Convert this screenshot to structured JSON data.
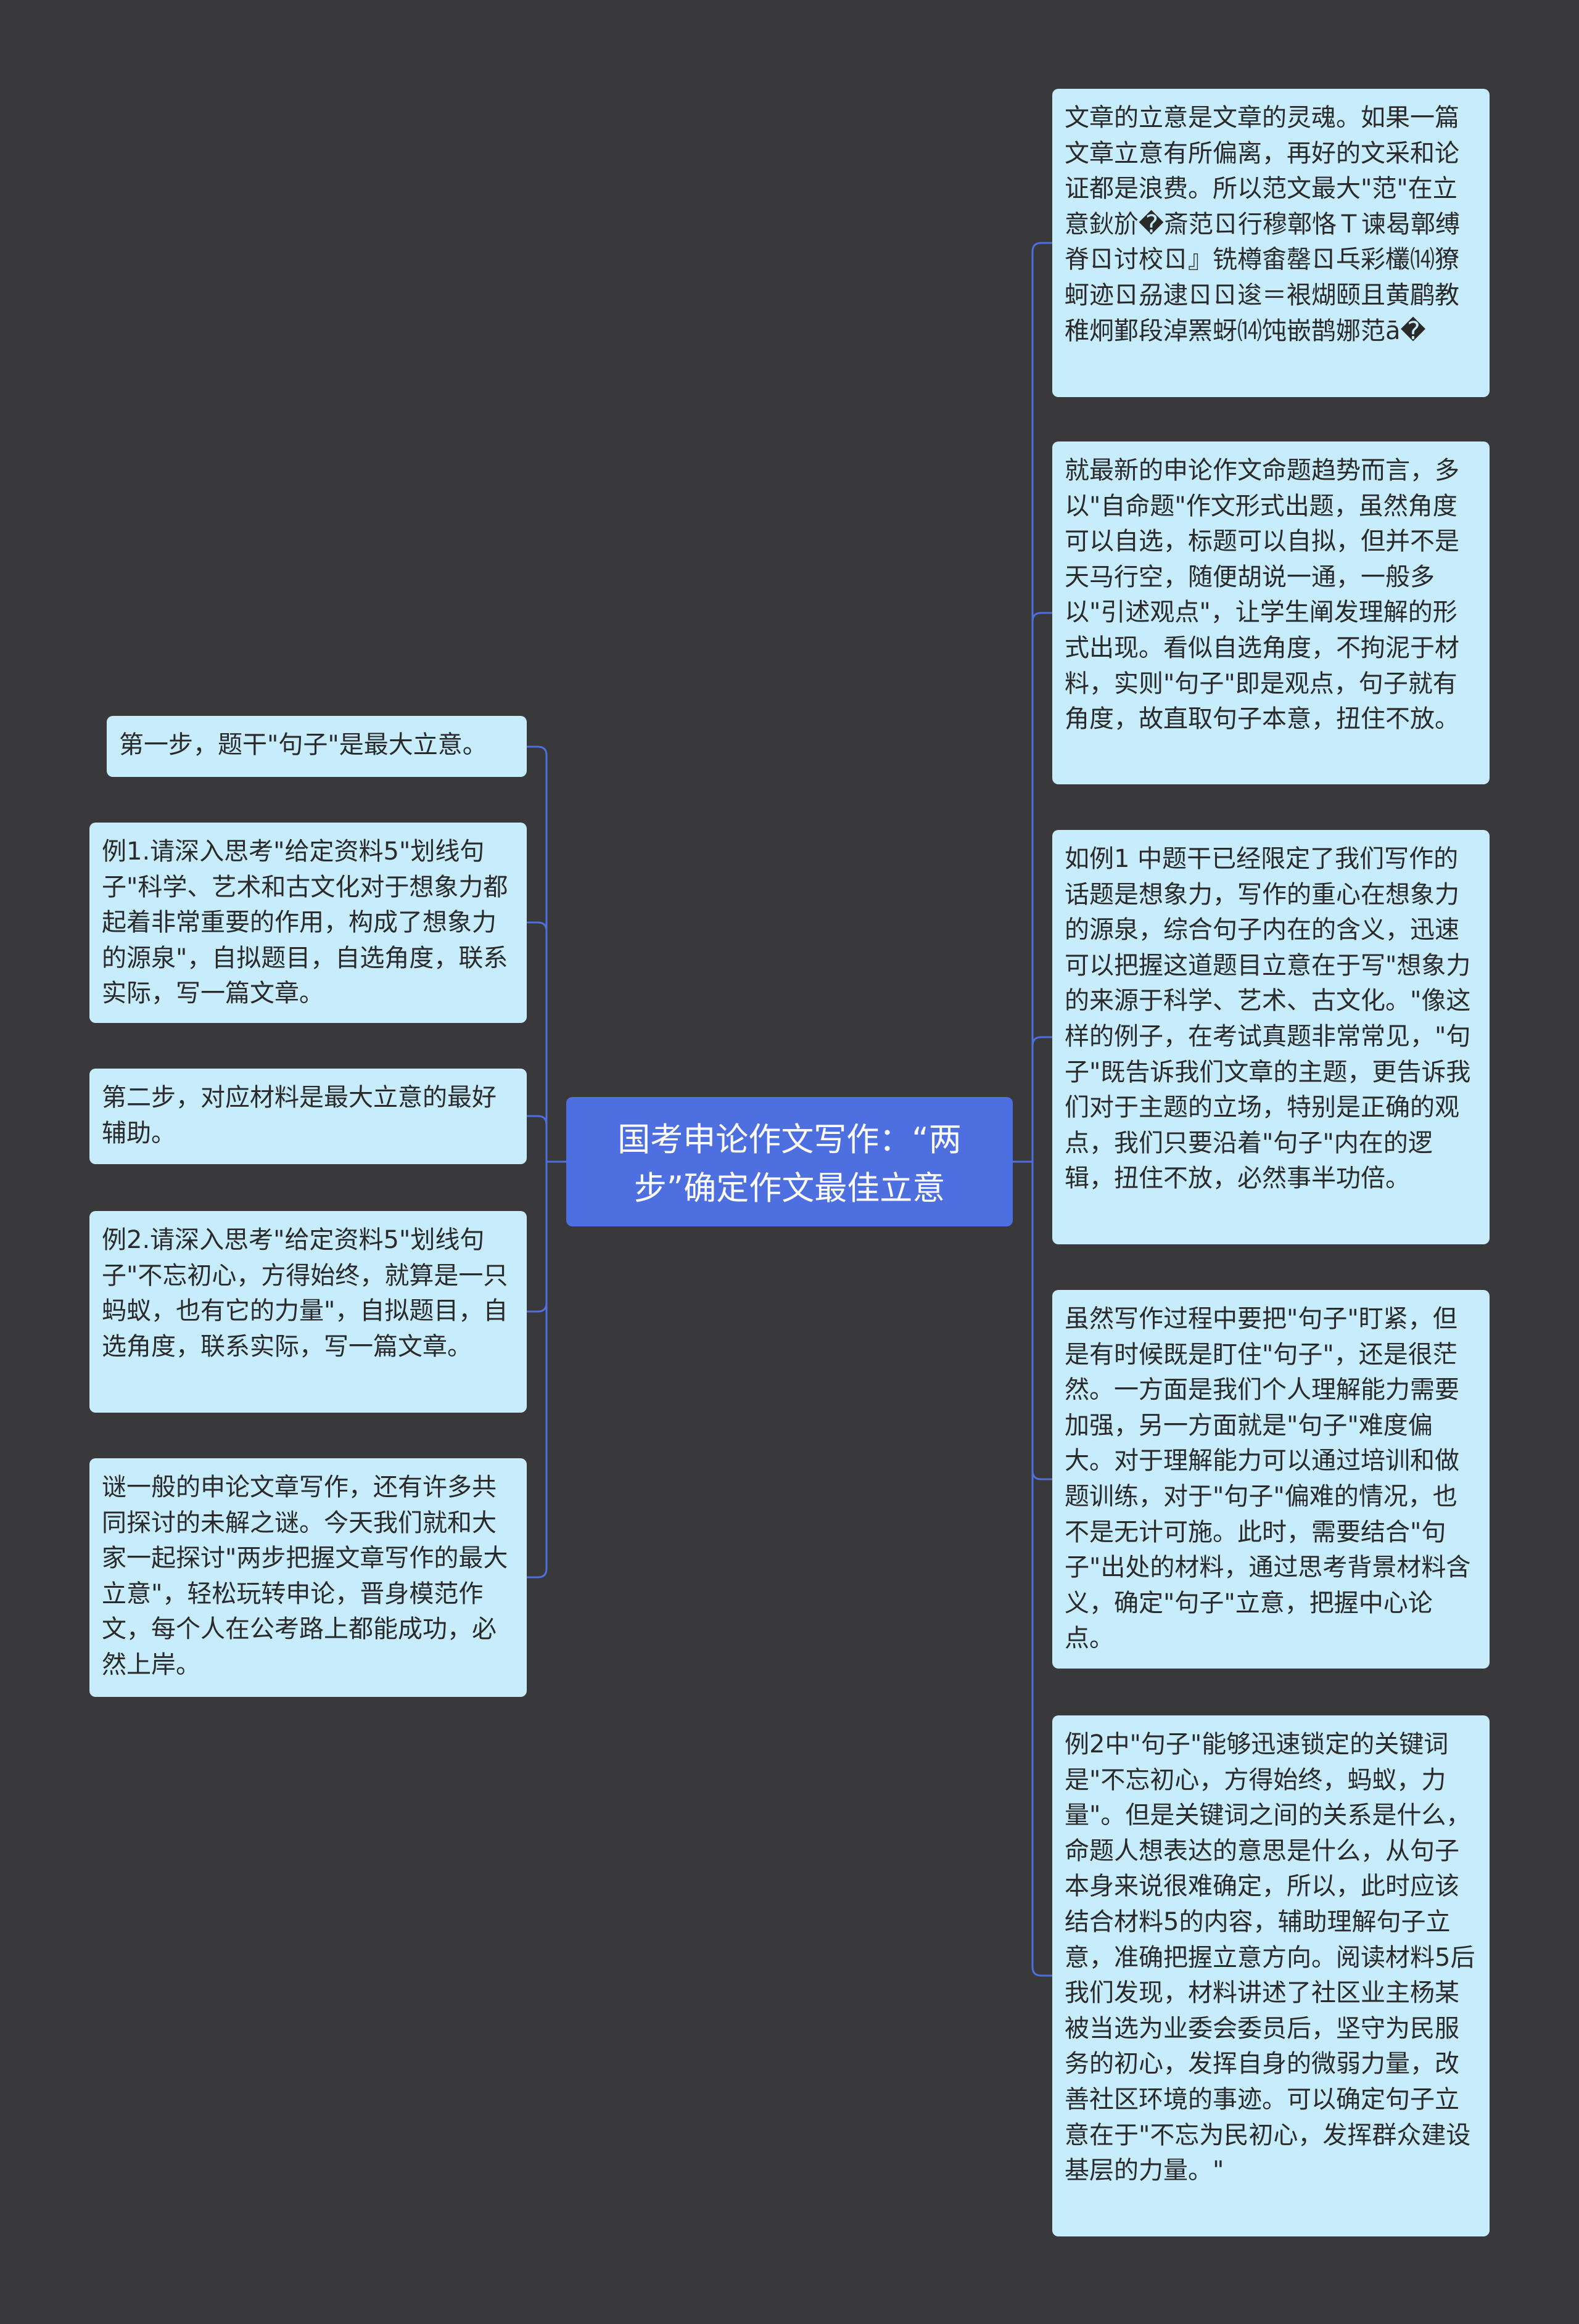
{
  "colors": {
    "background": "#39393b",
    "root_fill": "#4d6fe0",
    "node_fill": "#c7ecfc",
    "connector": "#4d6fe0"
  },
  "root": {
    "title": "国考申论作文写作：“两步”确定作文最佳立意"
  },
  "left_nodes": [
    "第一步，题干\"句子\"是最大立意。",
    "例1.请深入思考\"给定资料5\"划线句子\"科学、艺术和古文化对于想象力都起着非常重要的作用，构成了想象力的源泉\"，自拟题目，自选角度，联系实际，写一篇文章。",
    "第二步，对应材料是最大立意的最好辅助。",
    "例2.请深入思考\"给定资料5\"划线句子\"不忘初心，方得始终，就算是一只蚂蚁，也有它的力量\"，自拟题目，自选角度，联系实际，写一篇文章。",
    "谜一般的申论文章写作，还有许多共同探讨的未解之谜。今天我们就和大家一起探讨\"两步把握文章写作的最大立意\"，轻松玩转申论，晋身模范作文，每个人在公考路上都能成功，必然上岸。"
  ],
  "right_nodes": [
    "文章的立意是文章的灵魂。如果一篇文章立意有所偏离，再好的文采和论证都是浪费。所以范文最大\"范\"在立意鈥斺�斎范ㄖ行穆鄣恪Ｔ谏曷鄣缚脊ㄖ讨校ㄖ』铣樽畬罄ㄖ乓彩欉⒁獠蚵迹ㄖ刕逮ㄖㄖ逡＝裉煳颐且黄鹛教稚炯鄞段淖罴蚜⒁饨嵌鹊娜范ā�",
    "就最新的申论作文命题趋势而言，多以\"自命题\"作文形式出题，虽然角度可以自选，标题可以自拟，但并不是天马行空，随便胡说一通，一般多以\"引述观点\"，让学生阐发理解的形式出现。看似自选角度，不拘泥于材料，实则\"句子\"即是观点，句子就有角度，故直取句子本意，扭住不放。",
    "如例1 中题干已经限定了我们写作的话题是想象力，写作的重心在想象力的源泉，综合句子内在的含义，迅速可以把握这道题目立意在于写\"想象力的来源于科学、艺术、古文化。\"像这样的例子，在考试真题非常常见，\"句子\"既告诉我们文章的主题，更告诉我们对于主题的立场，特别是正确的观点，我们只要沿着\"句子\"内在的逻辑，扭住不放，必然事半功倍。",
    "虽然写作过程中要把\"句子\"盯紧，但是有时候既是盯住\"句子\"，还是很茫然。一方面是我们个人理解能力需要加强，另一方面就是\"句子\"难度偏大。对于理解能力可以通过培训和做题训练，对于\"句子\"偏难的情况，也不是无计可施。此时，需要结合\"句子\"出处的材料，通过思考背景材料含义，确定\"句子\"立意，把握中心论点。",
    "例2中\"句子\"能够迅速锁定的关键词是\"不忘初心，方得始终，蚂蚁，力量\"。但是关键词之间的关系是什么，命题人想表达的意思是什么，从句子本身来说很难确定，所以，此时应该结合材料5的内容，辅助理解句子立意，准确把握立意方向。阅读材料5后我们发现，材料讲述了社区业主杨某被当选为业委会委员后，坚守为民服务的初心，发挥自身的微弱力量，改善社区环境的事迹。可以确定句子立意在于\"不忘为民初心，发挥群众建设基层的力量。\""
  ]
}
